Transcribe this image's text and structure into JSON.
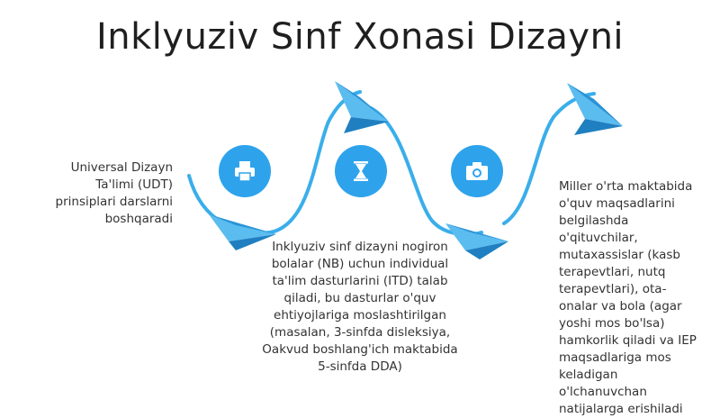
{
  "title": "Inklyuziv Sinf Xonasi Dizayni",
  "colors": {
    "accent": "#2ea3ec",
    "arrow": "#3aaeea",
    "plane": "#3ea9e6"
  },
  "steps": [
    {
      "icon": "printer-icon",
      "text": "Universal Dizayn Ta'limi (UDT) prinsiplari darslarni boshqaradi"
    },
    {
      "icon": "hourglass-icon",
      "text": "Inklyuziv sinf dizayni nogiron bolalar (NB) uchun individual ta'lim dasturlarini (ITD) talab qiladi, bu dasturlar o'quv ehtiyojlariga moslashtirilgan (masalan, 3-sinfda disleksiya, Oakvud boshlang'ich maktabida 5-sinfda DDA)"
    },
    {
      "icon": "camera-icon",
      "text": ""
    },
    {
      "icon": "",
      "text": "Miller o'rta maktabida o'quv maqsadlarini belgilashda o'qituvchilar, mutaxassislar (kasb terapevtlari, nutq terapevtlari), ota-onalar va bola (agar yoshi mos bo'lsa) hamkorlik qiladi va IEP maqsadlariga mos keladigan o'lchanuvchan natijalarga erishiladi"
    }
  ]
}
